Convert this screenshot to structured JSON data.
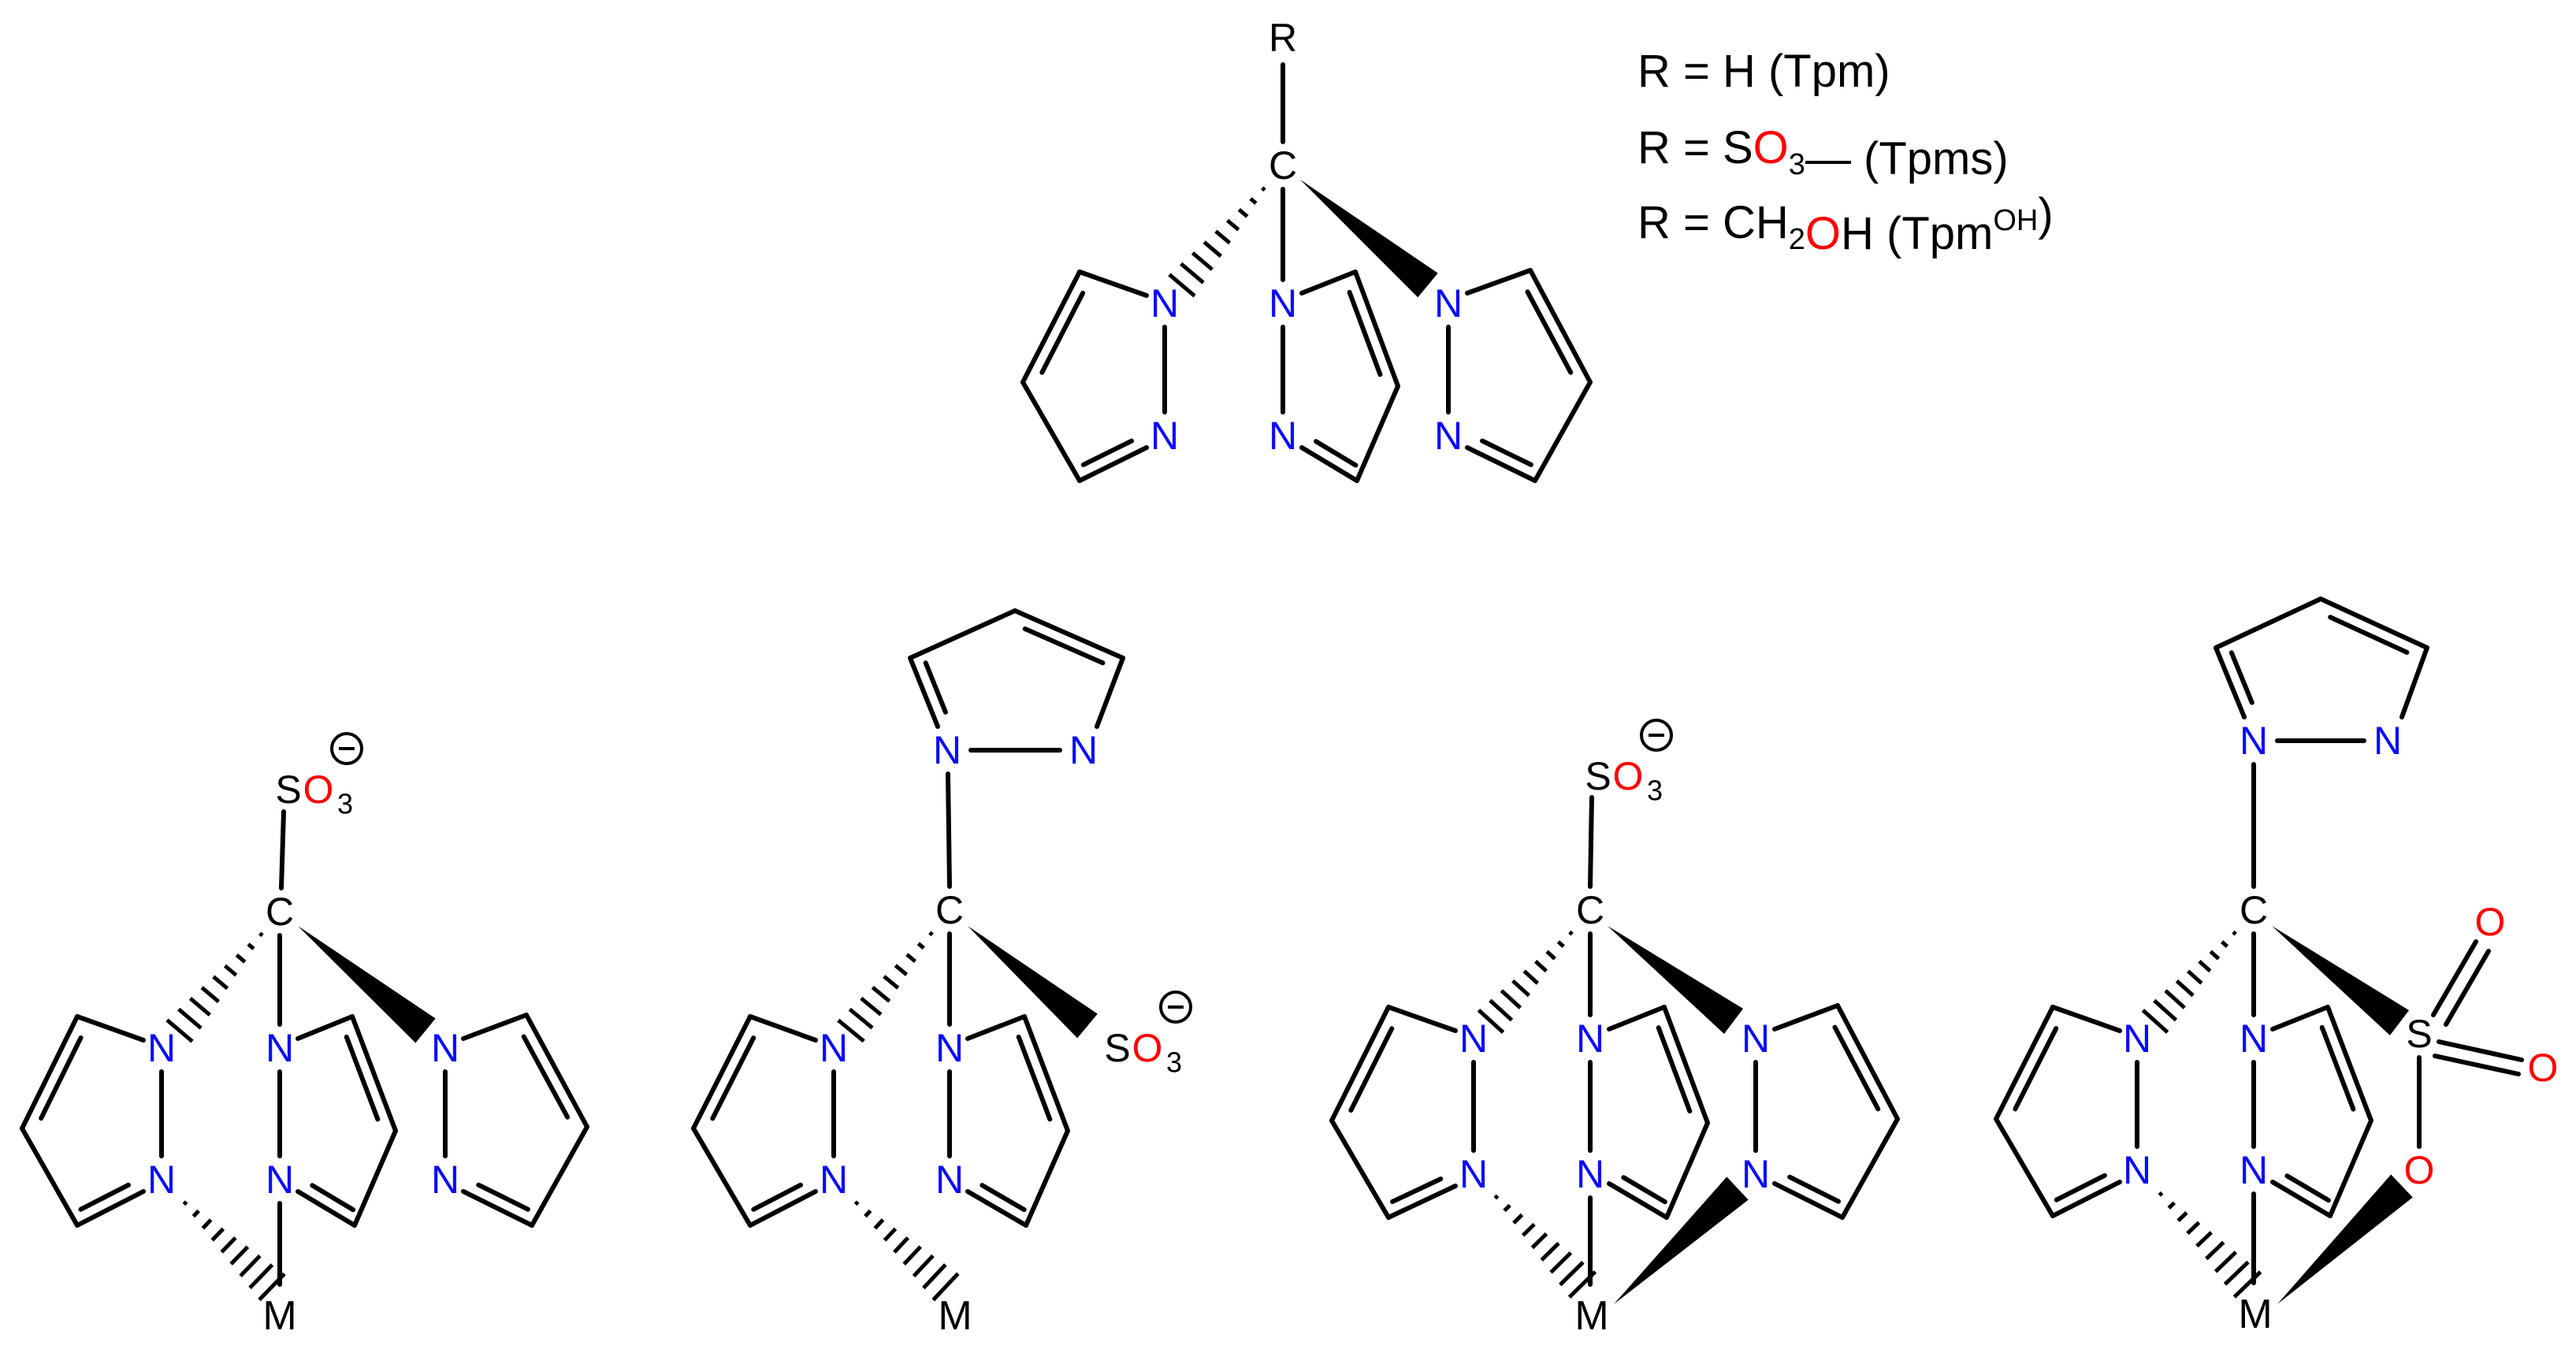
{
  "atoms": {
    "C": "C",
    "N": "N",
    "R": "R",
    "M": "M",
    "S": "S",
    "O": "O",
    "sub3": "3",
    "minus": "⊖"
  },
  "colors": {
    "nitrogen": "#0a0aff",
    "oxygen": "#ff0000",
    "carbon": "#000000"
  },
  "legend": [
    {
      "parts": [
        {
          "t": "R = H (Tpm)",
          "c": "carbon"
        }
      ]
    },
    {
      "parts": [
        {
          "t": "R = S",
          "c": "carbon"
        },
        {
          "t": "O",
          "c": "oxygen"
        },
        {
          "t": "3",
          "c": "carbon",
          "sub": true
        },
        {
          "t": "—  (Tpms)",
          "c": "carbon",
          "sup": false
        }
      ]
    },
    {
      "parts": [
        {
          "t": "R = CH",
          "c": "carbon"
        },
        {
          "t": "2",
          "c": "carbon",
          "sub": true
        },
        {
          "t": "O",
          "c": "oxygen"
        },
        {
          "t": "H (Tpm",
          "c": "carbon"
        },
        {
          "t": "OH",
          "c": "carbon",
          "sup": true
        },
        {
          "t": ")",
          "c": "carbon"
        }
      ]
    }
  ]
}
